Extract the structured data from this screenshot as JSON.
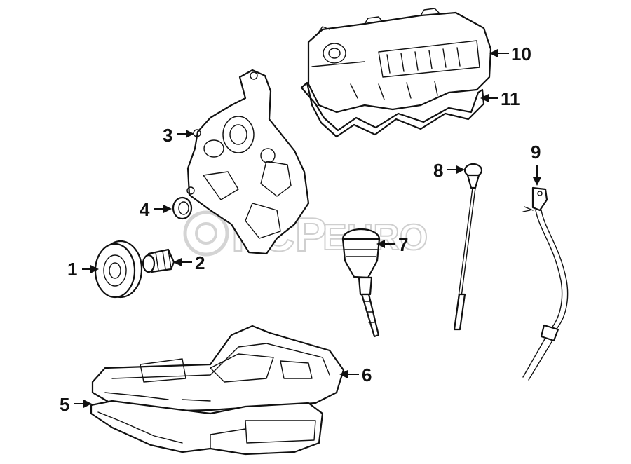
{
  "watermark": {
    "brand": "FCP",
    "suffix": "EURO"
  },
  "callouts": [
    {
      "number": "1"
    },
    {
      "number": "2"
    },
    {
      "number": "3"
    },
    {
      "number": "4"
    },
    {
      "number": "5"
    },
    {
      "number": "6"
    },
    {
      "number": "7"
    },
    {
      "number": "8"
    },
    {
      "number": "9"
    },
    {
      "number": "10"
    },
    {
      "number": "11"
    }
  ],
  "colors": {
    "ink": "#111111",
    "background": "#ffffff",
    "watermark": "#cfcfcf"
  }
}
